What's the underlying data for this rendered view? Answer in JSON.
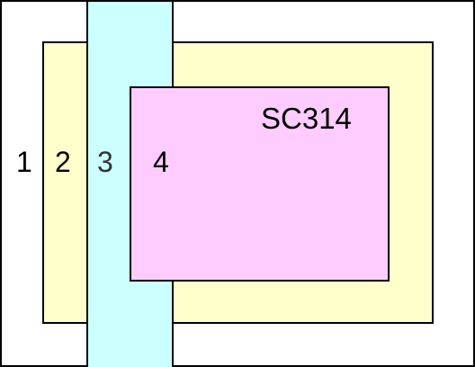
{
  "diagram": {
    "caption": "SC314",
    "regions": [
      {
        "label": "1",
        "fill": "#ffffff"
      },
      {
        "label": "2",
        "fill": "#ffffcc"
      },
      {
        "label": "3",
        "fill": "#ccffff"
      },
      {
        "label": "4",
        "fill": "#ffccff"
      }
    ]
  },
  "colors": {
    "border": "#000000",
    "text": "#000000"
  }
}
